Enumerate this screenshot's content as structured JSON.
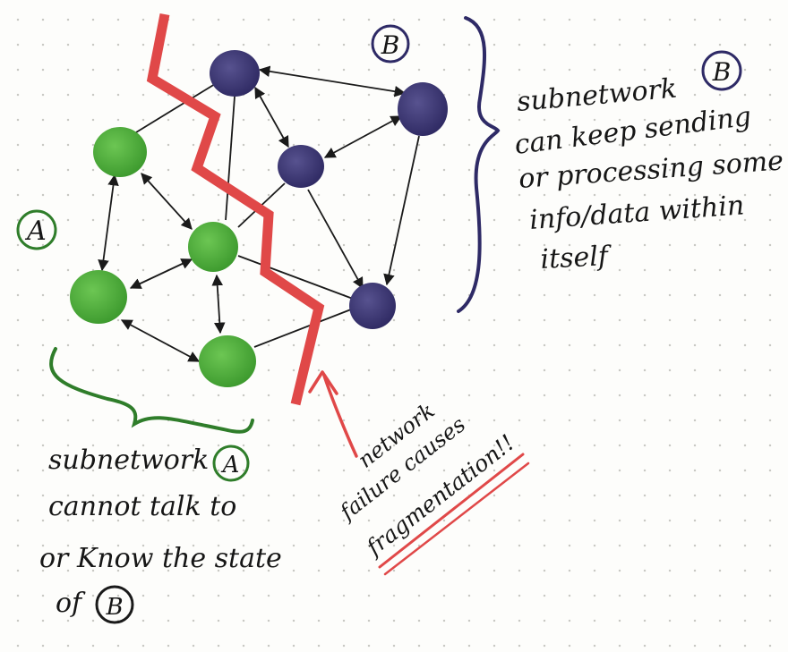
{
  "labels": {
    "group_a": "A",
    "group_b": "B"
  },
  "notes": {
    "subnetwork_b": {
      "lines": [
        "subnetwork",
        "can keep sending",
        "or processing some",
        "info/data within",
        "itself"
      ],
      "badge": "B"
    },
    "subnetwork_a": {
      "lines": [
        "subnetwork",
        "cannot talk to",
        "or Know the state",
        "of"
      ],
      "badge_line1": "A",
      "badge_line4": "B"
    },
    "failure": {
      "line1": "network",
      "line2": "failure causes",
      "line3": "fragmentation!!"
    }
  },
  "colors": {
    "green_node": "#4cae3a",
    "purple_node": "#3f3a78",
    "split_line": "#e04848",
    "ink": "#1a1a1a",
    "green_ink": "#2f7d2a",
    "purple_ink": "#2e2a66"
  }
}
